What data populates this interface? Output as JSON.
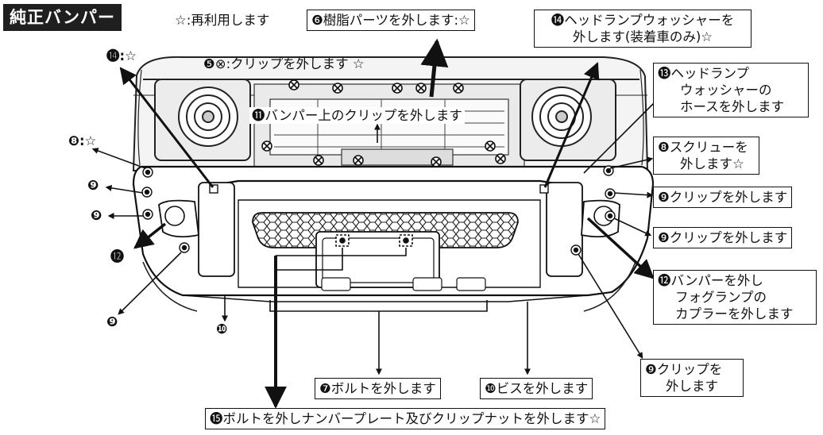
{
  "title": "純正バンパー",
  "legend": "☆:再利用します",
  "callouts": {
    "c6": "❻樹脂パーツを外します:☆",
    "c14_top_l1": "⓮ヘッドランプウォッシャーを",
    "c14_top_l2": "外します(装着車のみ)☆",
    "c14_left": "⓮:☆",
    "c5": "❺⊗:クリップを外します ☆",
    "c11": "⓫バンパー上のクリップを外します",
    "c13_l1": "⓭ヘッドランプ",
    "c13_l2": "ウォッシャーの",
    "c13_l3": "ホースを外します",
    "c8_left": "❽:☆",
    "c8_right_l1": "❽スクリューを",
    "c8_right_l2": "外します☆",
    "c9_a": "❾クリップを外します",
    "c9_b": "❾クリップを外します",
    "c9_left1": "❾",
    "c9_left2": "❾",
    "c9_left3": "❾",
    "c12_left": "⓬",
    "c12_right_l1": "⓬バンパーを外し",
    "c12_right_l2": "フォグランプの",
    "c12_right_l3": "カプラーを外します",
    "c10_left": "❿",
    "c9_right_l1": "❾クリップを",
    "c9_right_l2": "外します",
    "c7": "❼ボルトを外します",
    "c10": "❿ビスを外します",
    "c15": "⓯ボルトを外しナンバープレート及びクリップナットを外します☆"
  }
}
